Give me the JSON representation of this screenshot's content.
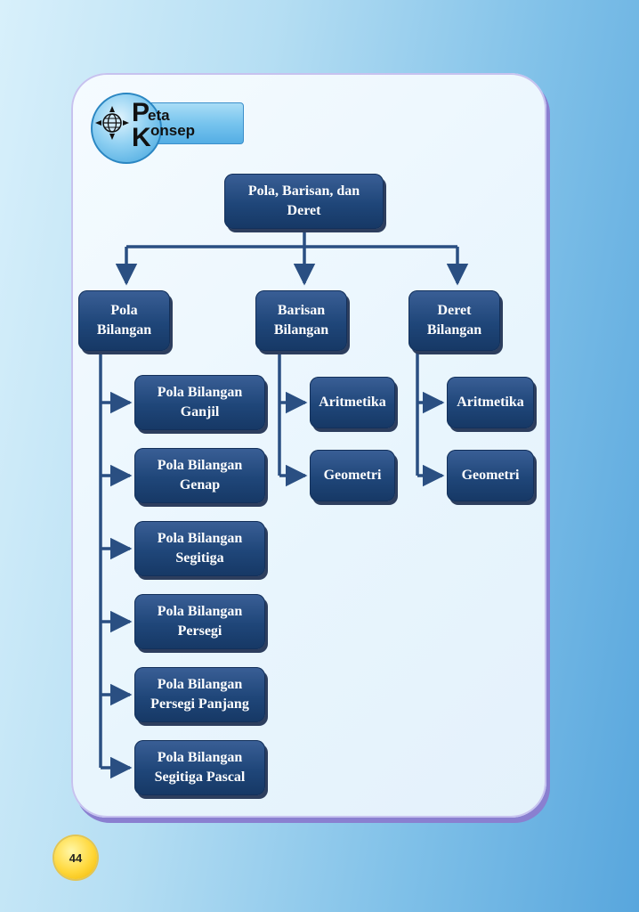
{
  "header": {
    "word1_initial": "P",
    "word1_rest": "eta",
    "word2_initial": "K",
    "word2_rest": "onsep"
  },
  "nodes": {
    "root": "Pola, Barisan, dan\nDeret",
    "pola": "Pola\nBilangan",
    "barisan": "Barisan\nBilangan",
    "deret": "Deret\nBilangan",
    "pola_children": [
      "Pola Bilangan\nGanjil",
      "Pola Bilangan\nGenap",
      "Pola Bilangan\nSegitiga",
      "Pola Bilangan\nPersegi",
      "Pola Bilangan\nPersegi Panjang",
      "Pola Bilangan\nSegitiga Pascal"
    ],
    "barisan_children": [
      "Aritmetika",
      "Geometri"
    ],
    "deret_children": [
      "Aritmetika",
      "Geometri"
    ]
  },
  "page_number": "44",
  "colors": {
    "node_fill": "#1f4679",
    "connector": "#2a4f82",
    "panel": "#eef7fd"
  }
}
